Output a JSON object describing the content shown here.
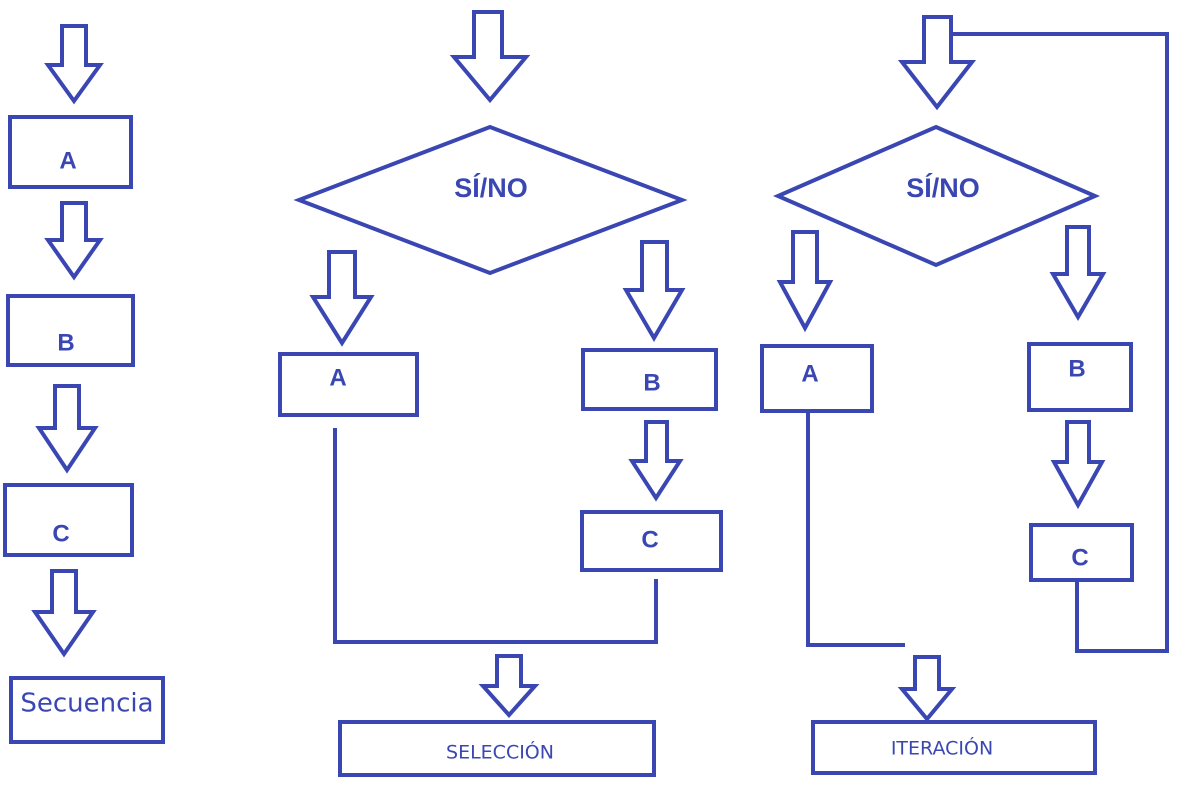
{
  "colors": {
    "stroke": "#3a47b3",
    "text": "#3a47b3",
    "background": "#ffffff"
  },
  "secuencia": {
    "box_a": "A",
    "box_b": "B",
    "box_c": "C",
    "title": "Secuencia"
  },
  "seleccion": {
    "decision": "SÍ/NO",
    "box_a": "A",
    "box_b": "B",
    "box_c": "C",
    "title": "SELECCIÓN"
  },
  "iteracion": {
    "decision": "SÍ/NO",
    "box_a": "A",
    "box_b": "B",
    "box_c": "C",
    "title": "ITERACIÓN"
  }
}
